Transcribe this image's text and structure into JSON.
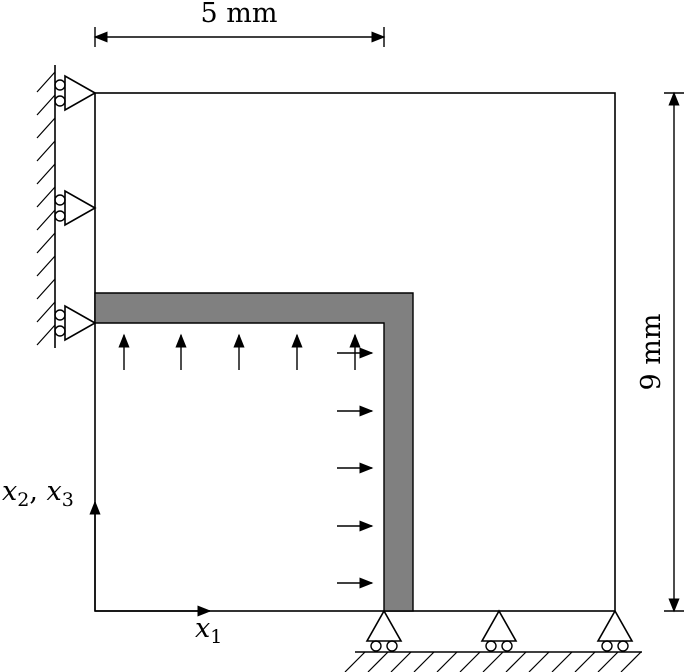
{
  "dimensions": {
    "width_label": "5 mm",
    "height_label": "9 mm"
  },
  "axes": {
    "vertical": {
      "var_a": "x",
      "sub_a": "2",
      "comma": ", ",
      "var_b": "x",
      "sub_b": "3"
    },
    "horizontal": {
      "var": "x",
      "sub": "1"
    }
  },
  "colors": {
    "stroke": "#000000",
    "thick_band": "#808080",
    "background": "#ffffff"
  },
  "supports": {
    "left_wall_supports": 3,
    "bottom_supports": 3
  },
  "loads": {
    "upward_arrows": 5,
    "rightward_arrows": 5
  }
}
